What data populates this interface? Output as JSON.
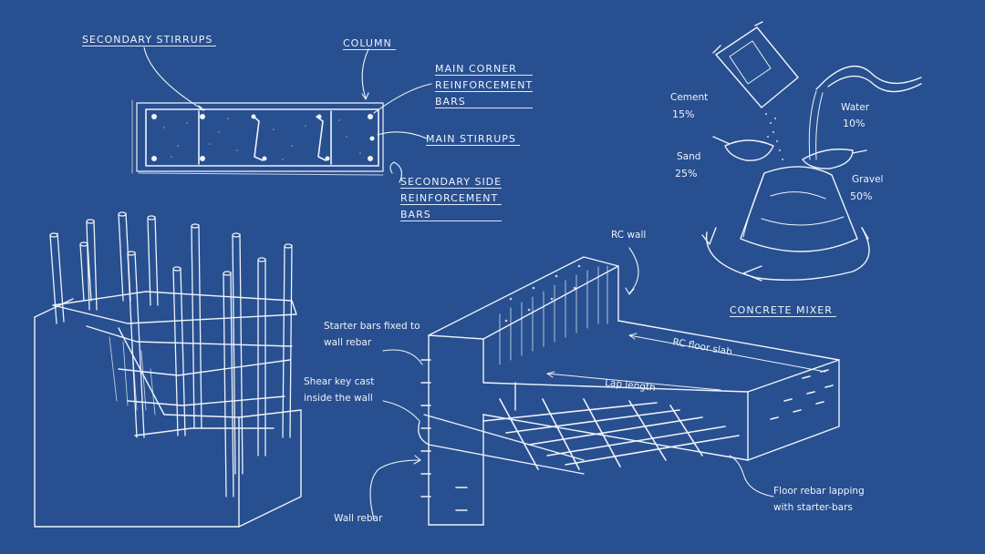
{
  "colors": {
    "background": "#284f8f",
    "ink": "#eef3fb"
  },
  "column_section": {
    "secondary_stirrups": "SECONDARY STIRRUPS",
    "column": "COLUMN",
    "main_corner": [
      "MAIN CORNER",
      "REINFORCEMENT",
      "BARS"
    ],
    "main_stirrups": "MAIN STIRRUPS",
    "secondary_side": [
      "SECONDARY SIDE",
      "REINFORCEMENT",
      "BARS"
    ]
  },
  "mixer": {
    "title": "CONCRETE MIXER",
    "cement": {
      "name": "Cement",
      "pct": "15%"
    },
    "water": {
      "name": "Water",
      "pct": "10%"
    },
    "sand": {
      "name": "Sand",
      "pct": "25%"
    },
    "gravel": {
      "name": "Gravel",
      "pct": "50%"
    }
  },
  "wall_slab": {
    "rc_wall": "RC wall",
    "starter_bars": [
      "Starter bars fixed to",
      "wall rebar"
    ],
    "shear_key": [
      "Shear key cast",
      "inside the wall"
    ],
    "rc_floor_slab": "RC floor slab",
    "lap_length": "Lap length",
    "floor_rebar": [
      "Floor rebar lapping",
      "with starter-bars"
    ],
    "wall_rebar": "Wall rebar"
  }
}
